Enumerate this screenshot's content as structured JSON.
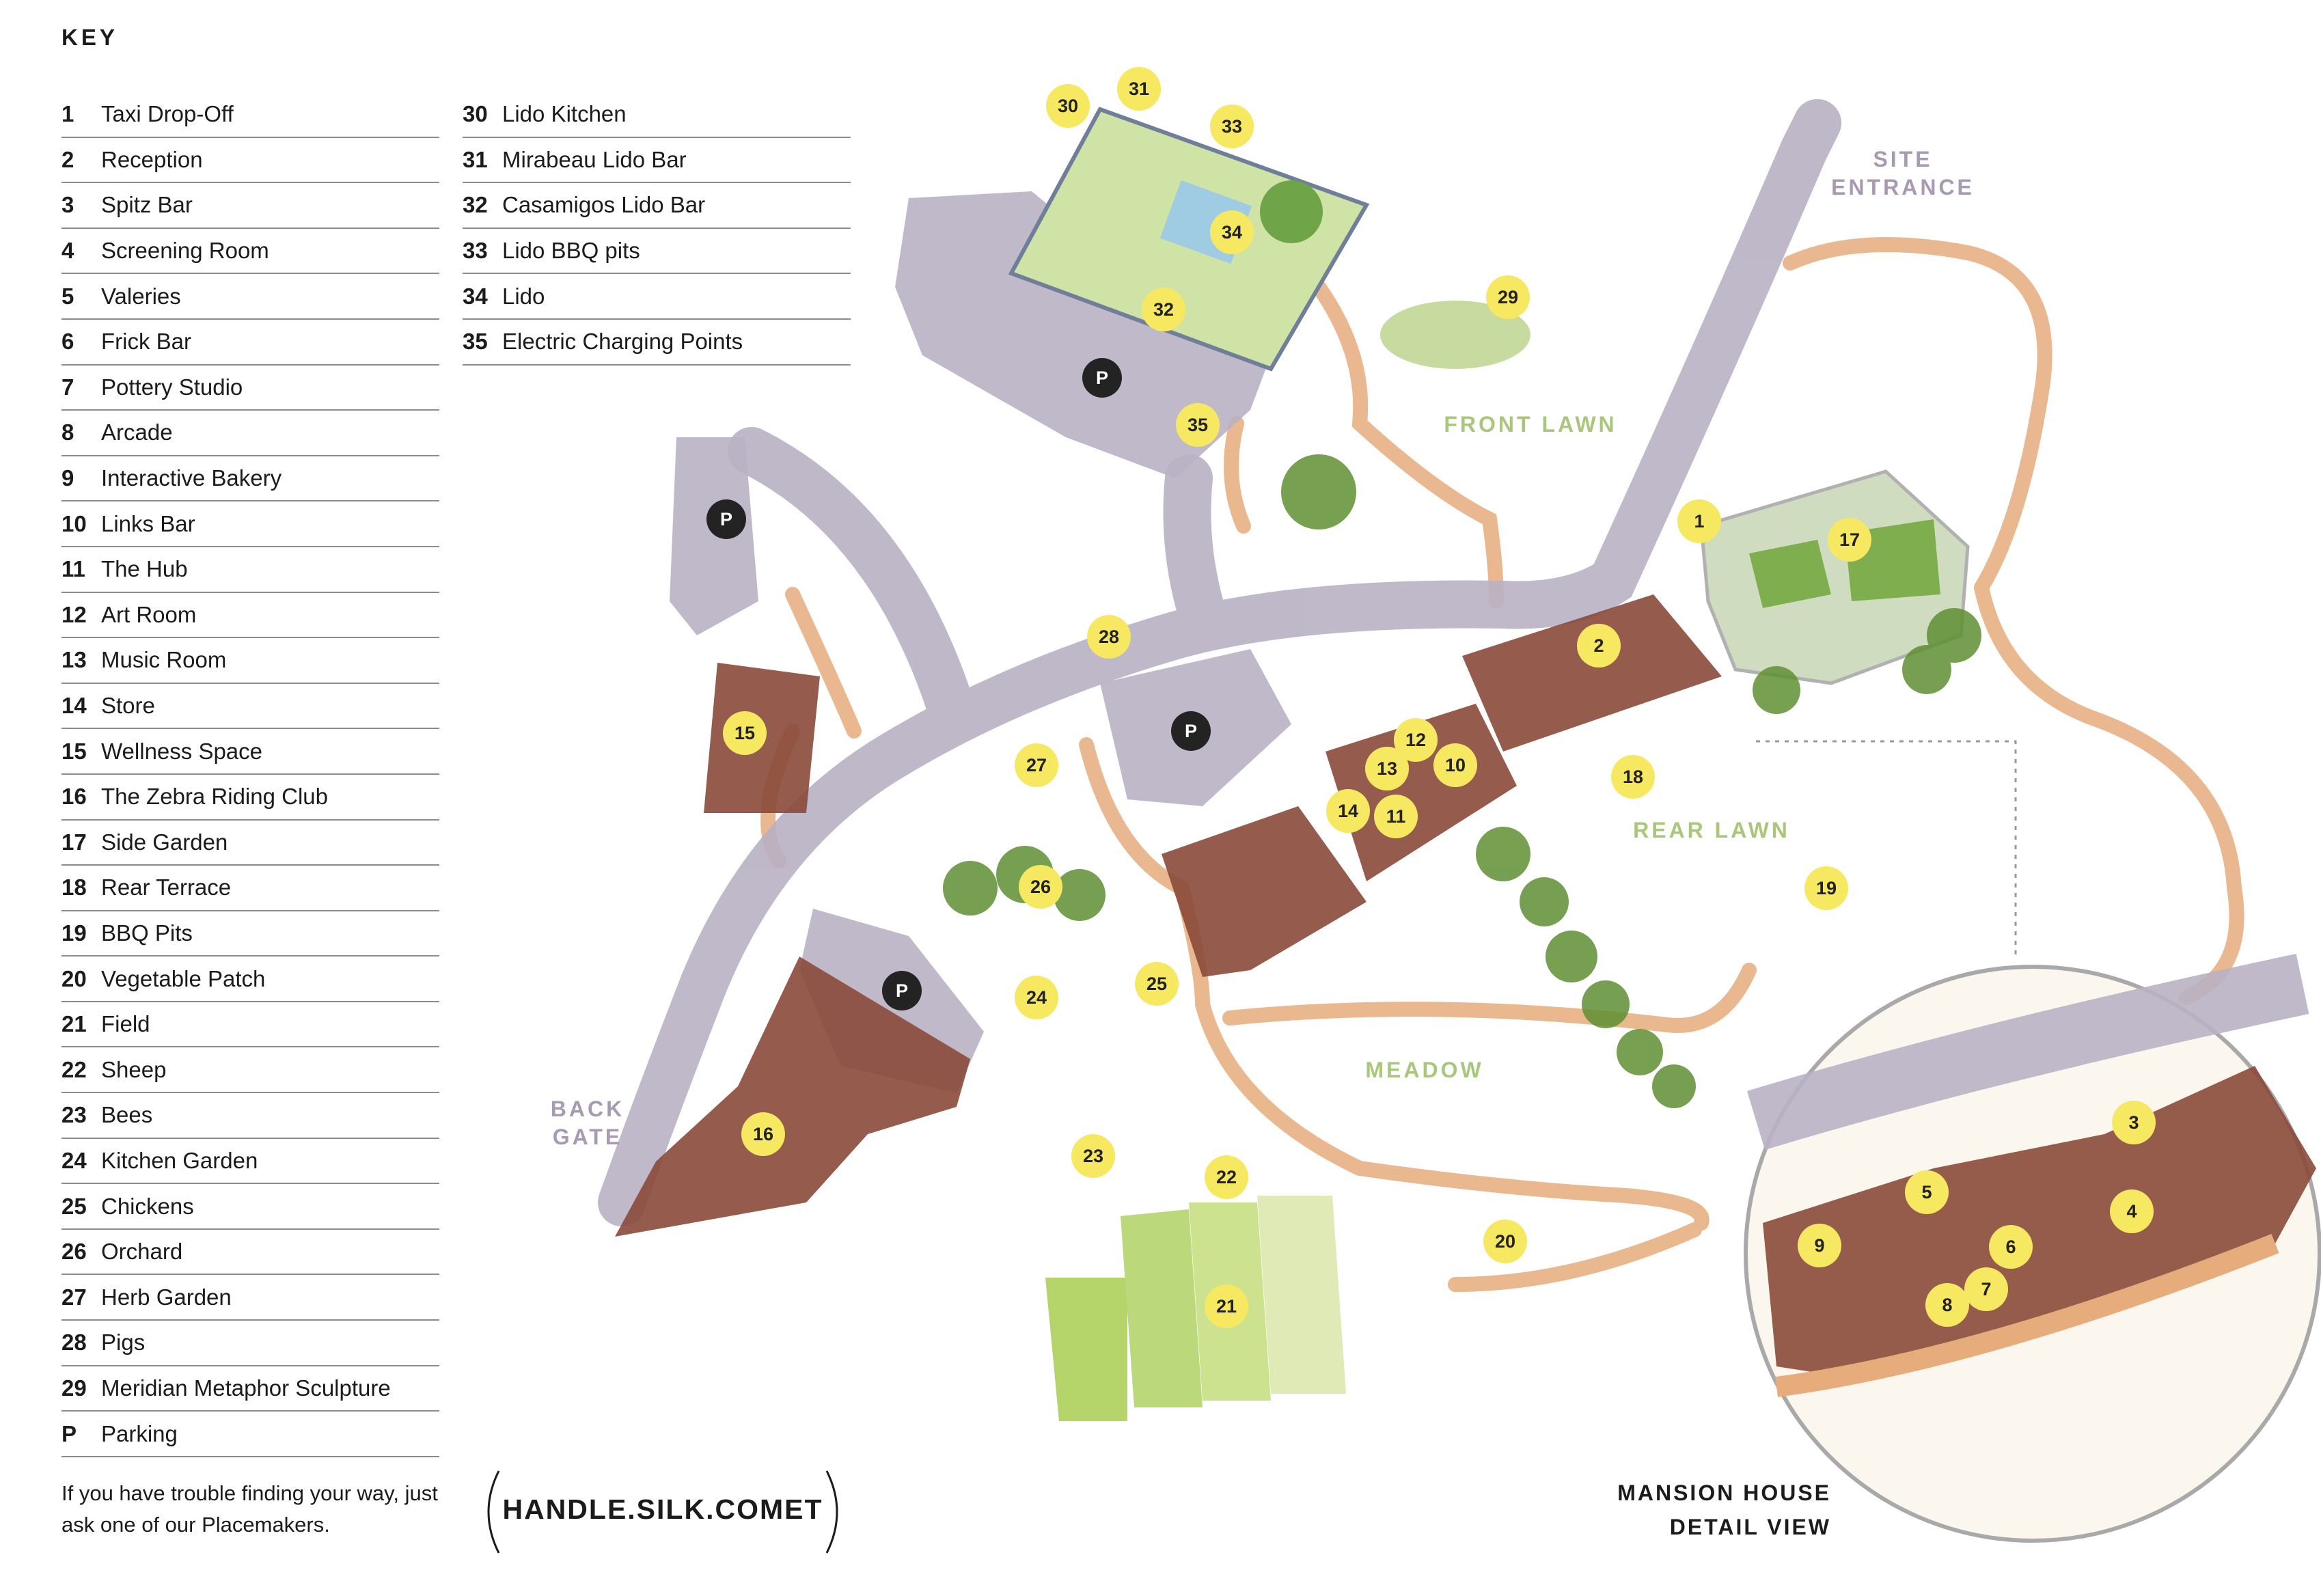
{
  "key": {
    "title": "KEY",
    "column1": [
      {
        "num": "1",
        "label": "Taxi Drop-Off"
      },
      {
        "num": "2",
        "label": "Reception"
      },
      {
        "num": "3",
        "label": "Spitz Bar"
      },
      {
        "num": "4",
        "label": "Screening Room"
      },
      {
        "num": "5",
        "label": "Valeries"
      },
      {
        "num": "6",
        "label": "Frick Bar"
      },
      {
        "num": "7",
        "label": "Pottery Studio"
      },
      {
        "num": "8",
        "label": "Arcade"
      },
      {
        "num": "9",
        "label": "Interactive Bakery"
      },
      {
        "num": "10",
        "label": "Links Bar"
      },
      {
        "num": "11",
        "label": "The Hub"
      },
      {
        "num": "12",
        "label": "Art Room"
      },
      {
        "num": "13",
        "label": "Music Room"
      },
      {
        "num": "14",
        "label": "Store"
      },
      {
        "num": "15",
        "label": "Wellness Space"
      },
      {
        "num": "16",
        "label": "The Zebra Riding Club"
      },
      {
        "num": "17",
        "label": "Side Garden"
      },
      {
        "num": "18",
        "label": "Rear Terrace"
      },
      {
        "num": "19",
        "label": "BBQ Pits"
      },
      {
        "num": "20",
        "label": "Vegetable Patch"
      },
      {
        "num": "21",
        "label": "Field"
      },
      {
        "num": "22",
        "label": "Sheep"
      },
      {
        "num": "23",
        "label": "Bees"
      },
      {
        "num": "24",
        "label": "Kitchen Garden"
      },
      {
        "num": "25",
        "label": "Chickens"
      },
      {
        "num": "26",
        "label": "Orchard"
      },
      {
        "num": "27",
        "label": "Herb Garden"
      },
      {
        "num": "28",
        "label": "Pigs"
      },
      {
        "num": "29",
        "label": "Meridian Metaphor Sculpture"
      },
      {
        "num": "P",
        "label": "Parking"
      }
    ],
    "column2": [
      {
        "num": "30",
        "label": "Lido Kitchen"
      },
      {
        "num": "31",
        "label": "Mirabeau Lido Bar"
      },
      {
        "num": "32",
        "label": "Casamigos Lido Bar"
      },
      {
        "num": "33",
        "label": "Lido BBQ pits"
      },
      {
        "num": "34",
        "label": "Lido"
      },
      {
        "num": "35",
        "label": "Electric Charging Points"
      }
    ]
  },
  "help_text": "If you have trouble finding your way, just ask one of our Placemakers.",
  "code": "HANDLE.SILK.COMET",
  "map_labels": {
    "site_entrance": [
      "SITE",
      "ENTRANCE"
    ],
    "back_gate": [
      "BACK",
      "GATE"
    ],
    "front_lawn": "FRONT LAWN",
    "rear_lawn": "REAR LAWN",
    "meadow": "MEADOW"
  },
  "detail_view_label": [
    "MANSION HOUSE",
    "DETAIL VIEW"
  ],
  "markers": [
    "1",
    "2",
    "10",
    "11",
    "12",
    "13",
    "14",
    "15",
    "16",
    "17",
    "18",
    "19",
    "20",
    "21",
    "22",
    "23",
    "24",
    "25",
    "26",
    "27",
    "28",
    "29",
    "30",
    "31",
    "32",
    "33",
    "34",
    "35"
  ],
  "detail_markers": [
    "3",
    "4",
    "5",
    "6",
    "7",
    "8",
    "9"
  ],
  "parking_label": "P",
  "colors": {
    "marker_yellow": "#f7e861",
    "road": "#b9b1c4",
    "path": "#e6ac7c",
    "lawn_label": "#a9c77b",
    "gate_label": "#a89ab0",
    "building": "#8a4a3a"
  }
}
